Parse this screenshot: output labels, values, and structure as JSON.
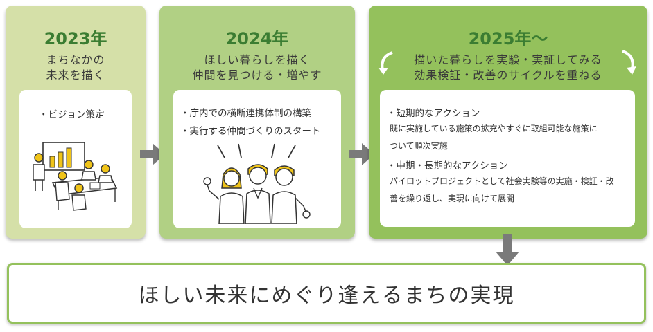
{
  "stage1": {
    "year": "2023年",
    "subtitle_line1": "まちなかの",
    "subtitle_line2": "未来を描く",
    "bullets": [
      "ビジョン策定"
    ]
  },
  "stage2": {
    "year": "2024年",
    "subtitle_line1": "ほしい暮らしを描く",
    "subtitle_line2": "仲間を見つける・増やす",
    "bullets": [
      "庁内での横断連携体制の構築",
      "実行する仲間づくりのスタート"
    ]
  },
  "stage3": {
    "year": "2025年〜",
    "subtitle_line1": "描いた暮らしを実験・実証してみる",
    "subtitle_line2": "効果検証・改善のサイクルを重ねる",
    "items": [
      {
        "heading": "短期的なアクション",
        "desc_line1": "既に実施している施策の拡充やすぐに取組可能な施策に",
        "desc_line2": "ついて順次実施"
      },
      {
        "heading": "中期・長期的なアクション",
        "desc_line1": "パイロットプロジェクトとして社会実験等の実施・検証・改",
        "desc_line2": "善を繰り返し、実現に向けて展開"
      }
    ]
  },
  "final": {
    "text": "ほしい未来にめぐり逢えるまちの実現"
  },
  "colors": {
    "panel1": "#d5e0a8",
    "panel2": "#b1d084",
    "panel3": "#94c15c",
    "year_text": "#3b7d32",
    "arrow": "#7a7a7a",
    "illustration_accent": "#f0c419"
  },
  "icons": [
    "meeting-illustration",
    "team-cheering-illustration",
    "cycle-arrow-icon",
    "right-arrow-icon",
    "down-arrow-icon"
  ]
}
